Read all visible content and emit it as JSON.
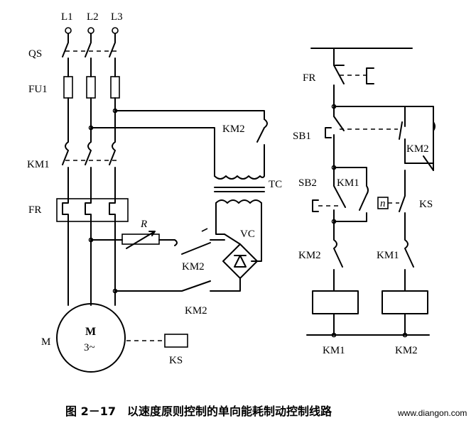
{
  "labels": {
    "l1": "L1",
    "l2": "L2",
    "l3": "L3",
    "qs": "QS",
    "fu1": "FU1",
    "km1_main": "KM1",
    "fr_main": "FR",
    "km2_tc": "KM2",
    "tc": "TC",
    "r": "R",
    "vc": "VC",
    "km2_a": "KM2",
    "km2_b": "KM2",
    "m": "M",
    "motor_m": "M",
    "motor_phase": "3~",
    "ks_main": "KS",
    "fr_ctrl": "FR",
    "sb1": "SB1",
    "km2_hold": "KM2",
    "sb2": "SB2",
    "km1_hold": "KM1",
    "n_symbol": "n",
    "ks_ctrl": "KS",
    "km2_interlock": "KM2",
    "km1_interlock": "KM1",
    "coil_km1": "KM1",
    "coil_km2": "KM2"
  },
  "caption": "图 2－17　以速度原则控制的单向能耗制动控制线路",
  "watermark": "www.diangon.com"
}
